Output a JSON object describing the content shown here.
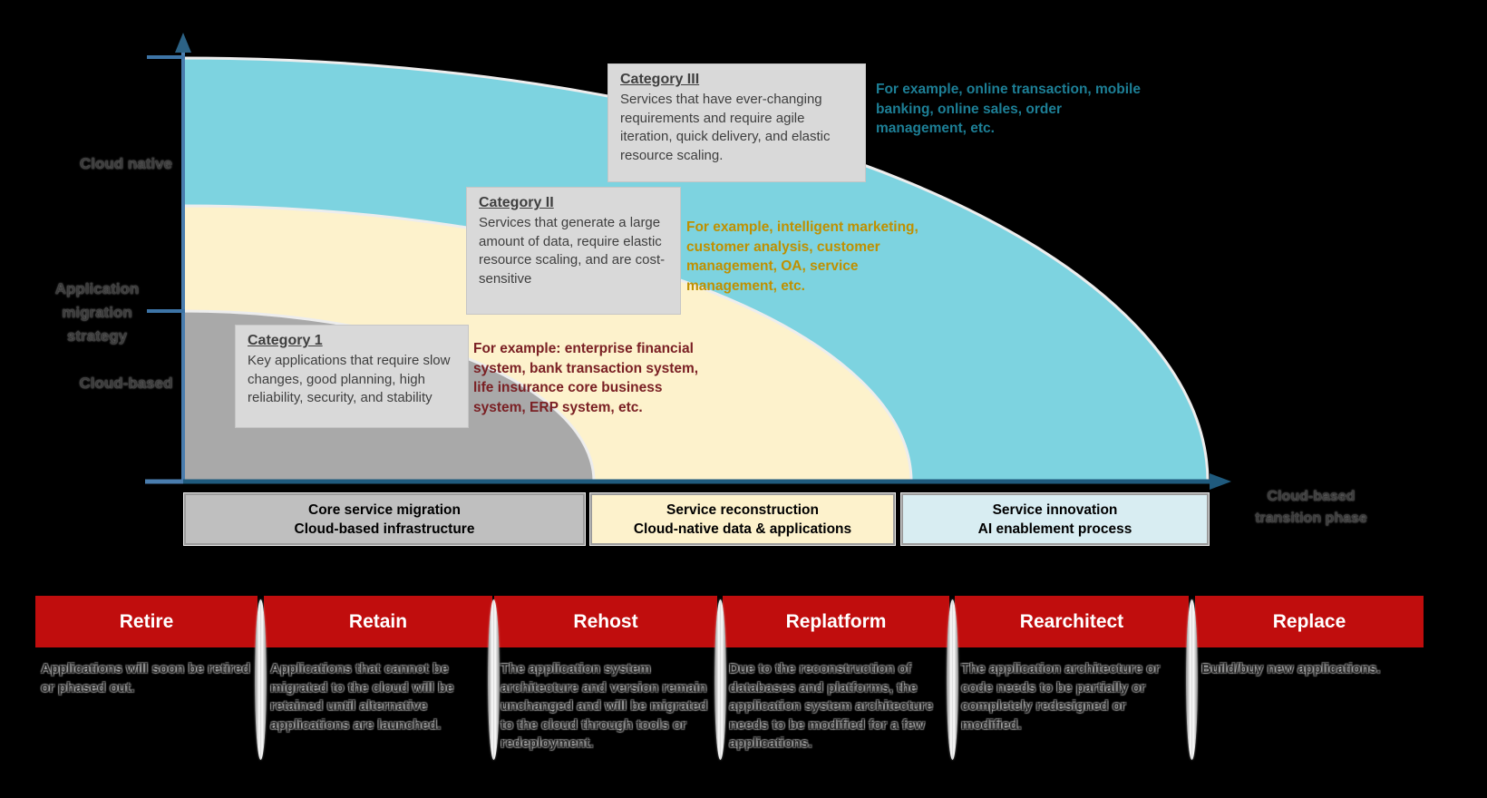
{
  "colors": {
    "band_outer_cloud_native": "#7dd3e0",
    "band_middle": "#fdf2cc",
    "band_inner": "#a9a9a9",
    "axis_blue": "#4a7dae",
    "axis_dark_blue": "#1f5a7d",
    "category_box_gray": "#d9d9d9",
    "phase_box_gray": "#bfbfbf",
    "phase_box_yellow": "#fdf2cc",
    "phase_box_light_blue": "#d8edf2",
    "strategy_header_red": "#c00d0d",
    "example_teal": "#1d7f96",
    "example_gold": "#bf9000",
    "example_maroon": "#7a2024"
  },
  "y_axis": {
    "label_top": "Cloud native",
    "label_middle": "Application migration strategy",
    "label_bottom": "Cloud-based"
  },
  "x_axis": {
    "label": "Cloud-based transition phase"
  },
  "categories": [
    {
      "title": "Category 1",
      "body": "Key applications that require slow changes, good planning, high reliability, security, and stability",
      "example": "For example: enterprise financial system, bank transaction system, life insurance core business system, ERP system, etc."
    },
    {
      "title": "Category II",
      "body": "Services that generate a large amount of data, require elastic resource scaling, and are cost-sensitive",
      "example": "For example, intelligent marketing, customer analysis, customer management, OA, service management, etc."
    },
    {
      "title": "Category III",
      "body": "Services that have ever-changing requirements and require agile iteration, quick delivery, and elastic resource scaling.",
      "example": "For example, online transaction, mobile banking, online sales, order management, etc."
    }
  ],
  "phases": [
    {
      "line1": "Core service migration",
      "line2": "Cloud-based infrastructure"
    },
    {
      "line1": "Service reconstruction",
      "line2": "Cloud-native data & applications"
    },
    {
      "line1": "Service innovation",
      "line2": "AI enablement process"
    }
  ],
  "strategies": [
    {
      "title": "Retire",
      "description": "Applications will soon be retired or phased out."
    },
    {
      "title": "Retain",
      "description": "Applications that cannot be migrated to the cloud will be retained until alternative applications are launched."
    },
    {
      "title": "Rehost",
      "description": "The application system architecture and version remain unchanged and will be migrated to the cloud through tools or redeployment."
    },
    {
      "title": "Replatform",
      "description": "Due to the reconstruction of databases and platforms, the application system architecture needs to be modified for a few applications."
    },
    {
      "title": "Rearchitect",
      "description": "The application architecture or code needs to be partially or completely redesigned or modified."
    },
    {
      "title": "Replace",
      "description": "Build/buy new applications."
    }
  ]
}
